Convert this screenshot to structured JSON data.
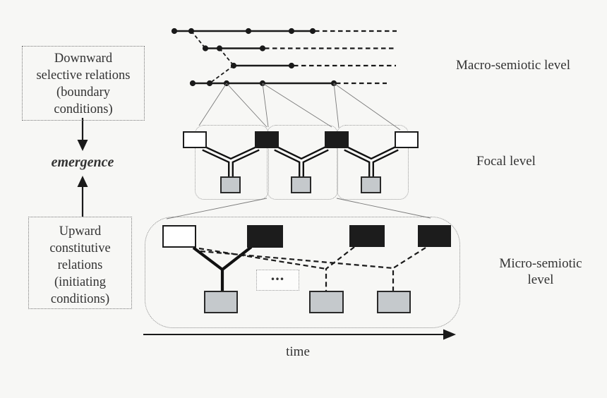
{
  "figure": {
    "left_panel": {
      "downward_box_lines": [
        "Downward",
        "selective relations",
        "(boundary",
        "conditions)"
      ],
      "emergence_label": "emergence",
      "upward_box_lines": [
        "Upward",
        "constitutive",
        "relations",
        "(initiating",
        "conditions)"
      ]
    },
    "level_labels": {
      "macro": "Macro-semiotic level",
      "focal": "Focal level",
      "micro_line1": "Micro-semiotic",
      "micro_line2": "level"
    },
    "micro_level": {
      "ellipsis": "..."
    },
    "time_axis": {
      "label": "time"
    },
    "colors": {
      "background": "#f7f7f5",
      "line_black": "#1a1a1a",
      "thin_gray_line": "#7a7a7a",
      "box_black": "#1c1c1c",
      "box_gray": "#c5c9cc",
      "box_white": "#ffffff",
      "text": "#333333"
    }
  }
}
